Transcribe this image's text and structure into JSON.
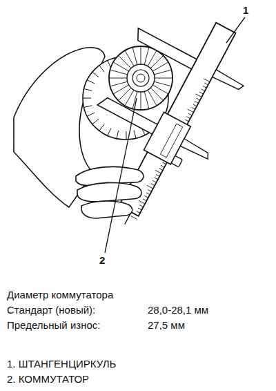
{
  "diagram": {
    "caption": "Диаметр коммутатора",
    "labels": [
      "1",
      "2",
      "Стандарт (новый):",
      "28,0-28,1 мм",
      "Предельный износ:",
      "27,5 мм",
      "1. ШТАНГЕНЦИРКУЛЬ",
      "2. КОММУТАТОР"
    ]
  }
}
